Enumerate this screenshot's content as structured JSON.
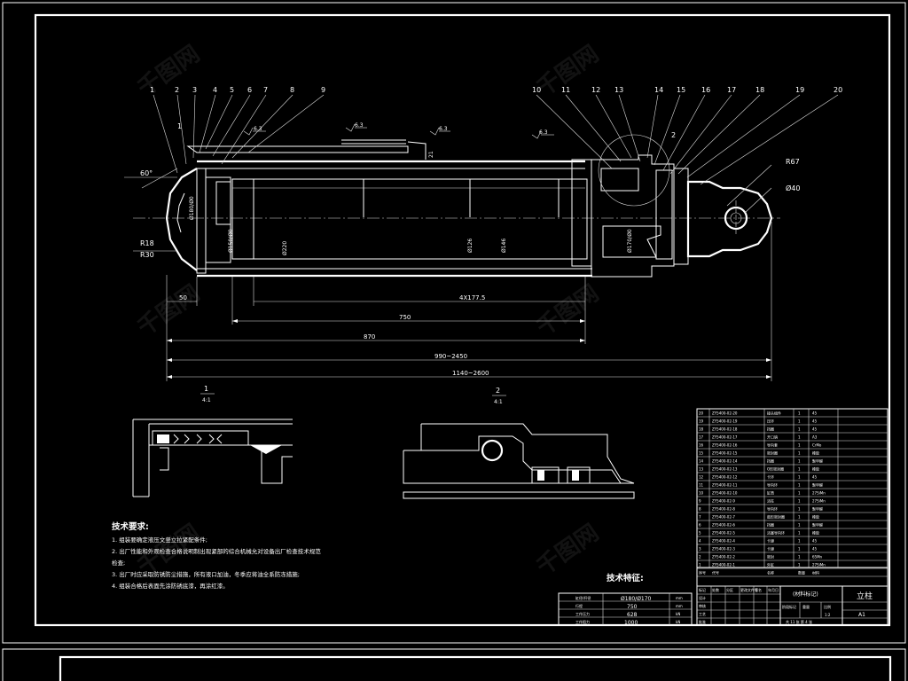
{
  "balloons": [
    "1",
    "2",
    "3",
    "4",
    "5",
    "6",
    "7",
    "8",
    "9",
    "10",
    "11",
    "12",
    "13",
    "14",
    "15",
    "16",
    "17",
    "18",
    "19",
    "20"
  ],
  "annotations": {
    "angle": "60°",
    "r18": "R18",
    "r30": "R30",
    "r67": "R67",
    "d40": "Ø40",
    "bore_callout": "Ø180/Ø0",
    "d150": "Ø150/Ø0",
    "d220": "Ø220",
    "d126": "Ø126",
    "d146": "Ø146",
    "d170": "Ø170/Ø0",
    "section_mark_1": "1",
    "section_mark_2": "2",
    "roughness_a": "6.3",
    "roughness_b": "6.3",
    "roughness_c": "6.3",
    "roughness_d": "6.3",
    "dim_21": "21"
  },
  "dimensions": {
    "d50": "50",
    "d4x": "4X177.5",
    "d750": "750",
    "d870": "870",
    "d990": "990~2450",
    "d1140": "1140~2600"
  },
  "details": {
    "detail1_label": "1",
    "detail1_scale": "4:1",
    "detail2_label": "2",
    "detail2_scale": "4:1"
  },
  "requirements": {
    "title": "技术要求:",
    "items": [
      "1. 组装要确定液压文竖立拉紧配条件;",
      "2. 出厂性能和外观检查合格说明制出现紧部的综合机械允对设备出厂检查技术规范",
      "   检查;",
      "3. 出厂时应采取防锈防尘措施，所有液口加油，冬季应将油全系防冻措施;",
      "4. 组装合格后表面先涂防锈底漆，再涂红漆。"
    ]
  },
  "tech_features": {
    "title": "技术特征:",
    "rows": [
      {
        "label": "缸径/杆径",
        "value": "Ø180/Ø170",
        "unit": "mm"
      },
      {
        "label": "行程",
        "value": "750",
        "unit": "mm"
      },
      {
        "label": "工作压力",
        "value": "628",
        "unit": "kN"
      },
      {
        "label": "工作阻力",
        "value": "1000",
        "unit": "kN"
      }
    ]
  },
  "bom": {
    "rows": [
      {
        "no": "20",
        "code": "ZY5400-02-20",
        "name": "接头组件",
        "qty": "1",
        "mat": "45"
      },
      {
        "no": "19",
        "code": "ZY5400-02-19",
        "name": "压环",
        "qty": "1",
        "mat": "45"
      },
      {
        "no": "18",
        "code": "ZY5400-02-18",
        "name": "挡圈",
        "qty": "1",
        "mat": "45"
      },
      {
        "no": "17",
        "code": "ZY5400-02-17",
        "name": "开口销",
        "qty": "1",
        "mat": "A3"
      },
      {
        "no": "16",
        "code": "ZY5400-02-16",
        "name": "导向套",
        "qty": "1",
        "mat": "CrMo"
      },
      {
        "no": "15",
        "code": "ZY5400-02-15",
        "name": "密封圈",
        "qty": "1",
        "mat": "橡胶"
      },
      {
        "no": "14",
        "code": "ZY5400-02-14",
        "name": "挡圈",
        "qty": "1",
        "mat": "聚甲醛"
      },
      {
        "no": "13",
        "code": "ZY5400-02-13",
        "name": "O形密封圈",
        "qty": "1",
        "mat": "橡胶"
      },
      {
        "no": "12",
        "code": "ZY5400-02-12",
        "name": "卡环",
        "qty": "1",
        "mat": "45"
      },
      {
        "no": "11",
        "code": "ZY5400-02-11",
        "name": "导向环",
        "qty": "1",
        "mat": "聚甲醛"
      },
      {
        "no": "10",
        "code": "ZY5400-02-10",
        "name": "缸筒",
        "qty": "1",
        "mat": "27SiMn"
      },
      {
        "no": "9",
        "code": "ZY5400-02-9",
        "name": "活柱",
        "qty": "1",
        "mat": "27SiMn"
      },
      {
        "no": "8",
        "code": "ZY5400-02-8",
        "name": "导向环",
        "qty": "1",
        "mat": "聚甲醛"
      },
      {
        "no": "7",
        "code": "ZY5400-02-7",
        "name": "鼓形密封圈",
        "qty": "1",
        "mat": "橡胶"
      },
      {
        "no": "6",
        "code": "ZY5400-02-6",
        "name": "挡圈",
        "qty": "1",
        "mat": "聚甲醛"
      },
      {
        "no": "5",
        "code": "ZY5400-02-5",
        "name": "活塞导向环",
        "qty": "1",
        "mat": "橡胶"
      },
      {
        "no": "4",
        "code": "ZY5400-02-4",
        "name": "卡键",
        "qty": "1",
        "mat": "45"
      },
      {
        "no": "3",
        "code": "ZY5400-02-3",
        "name": "卡键",
        "qty": "1",
        "mat": "45"
      },
      {
        "no": "2",
        "code": "ZY5400-02-2",
        "name": "密封",
        "qty": "1",
        "mat": "65Mn"
      },
      {
        "no": "1",
        "code": "ZY5400-02-1",
        "name": "外缸",
        "qty": "1",
        "mat": "27SiMn"
      }
    ],
    "header": [
      "序号",
      "代号",
      "名称",
      "数量",
      "材料"
    ]
  },
  "title_block": {
    "drawing_name": "立柱",
    "material_mark": "(材料标记)",
    "drawing_no": "A1",
    "labels": [
      "标记",
      "处数",
      "分区",
      "更改文件号",
      "签名",
      "年月日"
    ],
    "labels2": [
      "设计",
      "审核",
      "工艺",
      "批准"
    ],
    "stage_label": "阶段标记",
    "weight_label": "重量",
    "scale_label": "比例",
    "scale_value": "1:2",
    "sheets": "共 11 张  第 4 张"
  }
}
